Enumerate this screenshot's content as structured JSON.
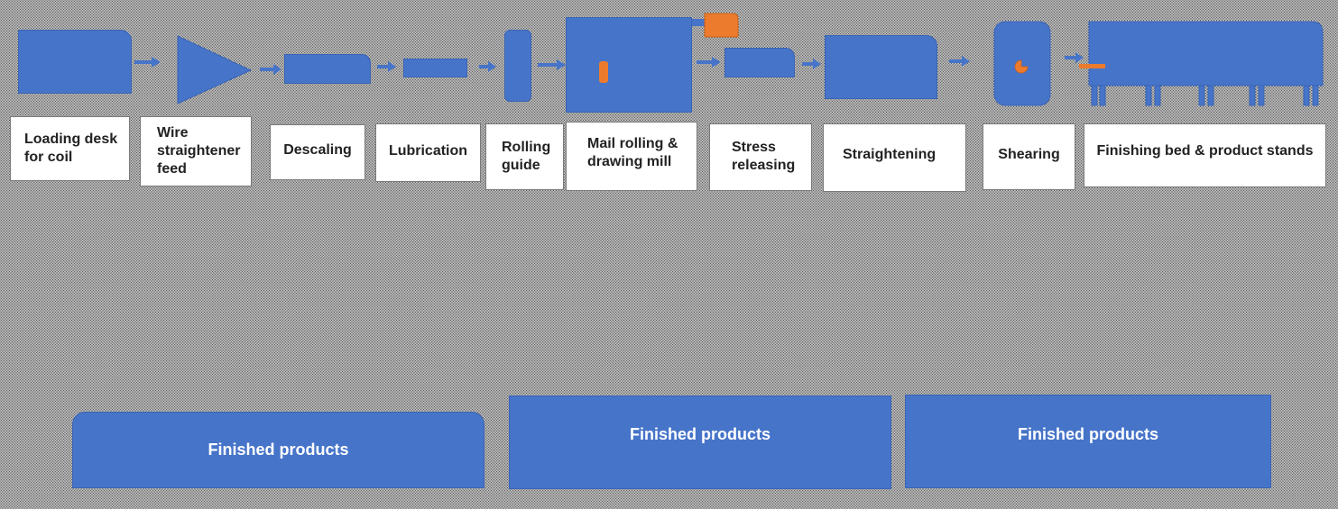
{
  "colors": {
    "machine_fill": "#4674c9",
    "accent_orange": "#ec7b2d",
    "label_fill": "#ffffff"
  },
  "stages": [
    {
      "id": "loading-desk",
      "label": "Loading desk\nfor coil"
    },
    {
      "id": "wire-straightener-feed",
      "label": "Wire\nstraightener\nfeed"
    },
    {
      "id": "descaling",
      "label": "Descaling"
    },
    {
      "id": "lubrication",
      "label": "Lubrication"
    },
    {
      "id": "rolling-guide",
      "label": "Rolling\nguide"
    },
    {
      "id": "mail-rolling-drawing-mill",
      "label": "Mail rolling &\ndrawing mill"
    },
    {
      "id": "stress-releasing",
      "label": "Stress\nreleasing"
    },
    {
      "id": "straightening",
      "label": "Straightening"
    },
    {
      "id": "shearing",
      "label": "Shearing"
    },
    {
      "id": "finishing-bed",
      "label": "Finishing bed & product stands"
    }
  ],
  "products": [
    {
      "label": "Finished products"
    },
    {
      "label": "Finished products"
    },
    {
      "label": "Finished products"
    }
  ],
  "icons": {
    "arrow": "right-arrow-icon",
    "mill_roller": "orange-roller-icon",
    "mill_motor": "orange-motor-icon",
    "shear_blade": "orange-shear-icon",
    "feed_bar": "orange-feed-bar-icon"
  }
}
